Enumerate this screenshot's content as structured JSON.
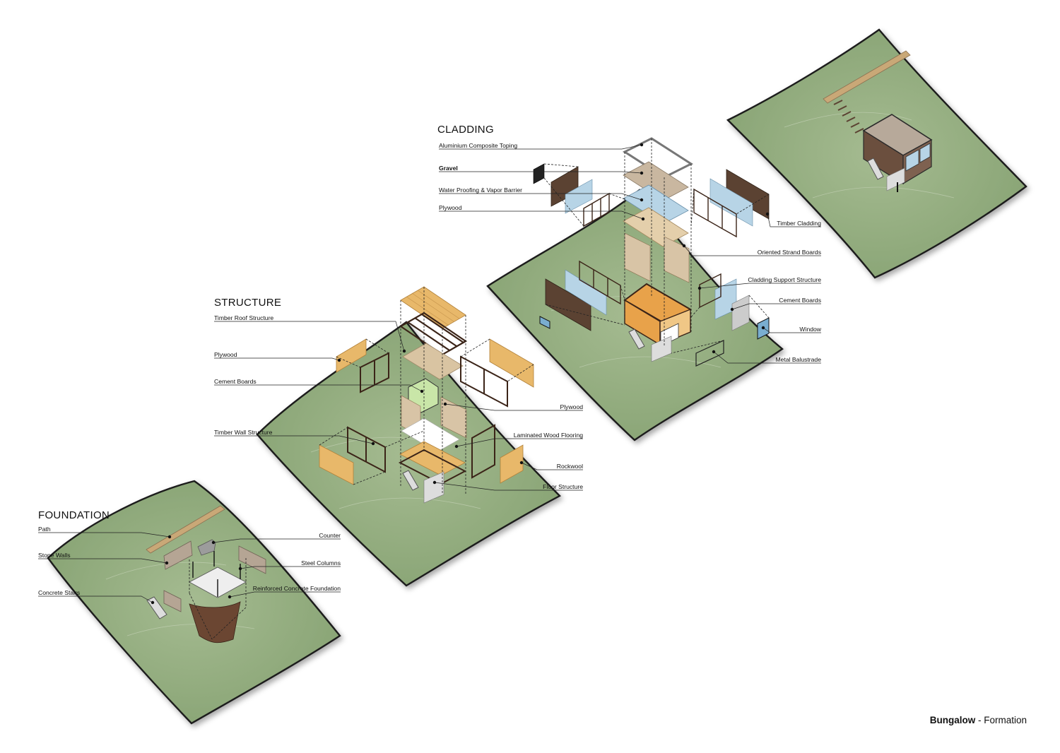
{
  "sections": {
    "foundation": {
      "title": "FOUNDATION",
      "labels_left": [
        "Path",
        "Stone Walls",
        "Concrete Stairs"
      ],
      "labels_right": [
        "Counter",
        "Steel Columns",
        "Reinforced Concrete Foundation"
      ]
    },
    "structure": {
      "title": "STRUCTURE",
      "labels_left": [
        "Timber Roof Structure",
        "Plywood",
        "Cement Boards",
        "Timber Wall Structure"
      ],
      "labels_right": [
        "Plywood",
        "Laminated Wood Flooring",
        "Rockwool",
        "Floor Structure"
      ]
    },
    "cladding": {
      "title": "CLADDING",
      "labels_left": [
        "Aluminium Composite Toping",
        "Gravel",
        "Water Proofing & Vapor Barrier",
        "Plywood"
      ],
      "labels_right": [
        "Timber Cladding",
        "Oriented Strand Boards",
        "Cladding Support Structure",
        "Cement Boards",
        "Window",
        "Metal Balustrade"
      ]
    }
  },
  "footer": {
    "title_bold": "Bungalow",
    "separator": " - ",
    "subtitle": "Formation"
  },
  "colors": {
    "terrain": "#8aa577",
    "terrain_edge": "#1a1a1a",
    "timber": "#e8b86a",
    "plywood": "#d9c4a2",
    "dark_timber": "#5b4232",
    "glass_blue": "#b7d4e6",
    "path": "#c9a877"
  }
}
